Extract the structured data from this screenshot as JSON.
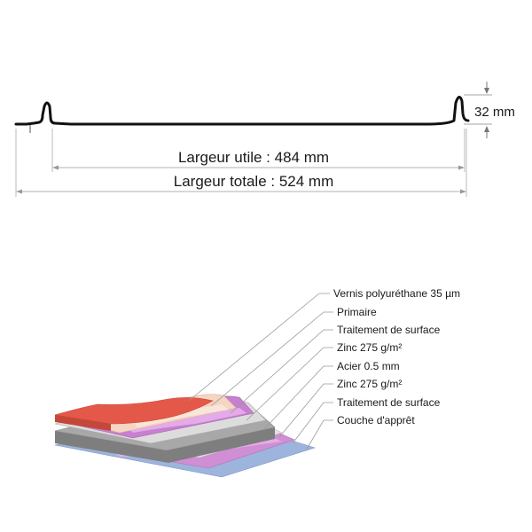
{
  "profile": {
    "height_label": "32 mm",
    "useful_width_label": "Largeur utile : 484 mm",
    "total_width_label": "Largeur totale : 524 mm"
  },
  "layers": [
    {
      "label": "Vernis polyuréthane 35 µm",
      "color": "#e65a4a"
    },
    {
      "label": "Primaire",
      "color": "#f6d8c8"
    },
    {
      "label": "Traitement de surface",
      "color": "#c98ccf"
    },
    {
      "label": "Zinc 275 g/m²",
      "color": "#d9d9d9"
    },
    {
      "label": "Acier 0.5 mm",
      "color": "#8e8e8e"
    },
    {
      "label": "Zinc 275 g/m²",
      "color": "#d9d9d9"
    },
    {
      "label": "Traitement de surface",
      "color": "#c98ccf"
    },
    {
      "label": "Couche d'apprêt",
      "color": "#9db4dd"
    }
  ]
}
